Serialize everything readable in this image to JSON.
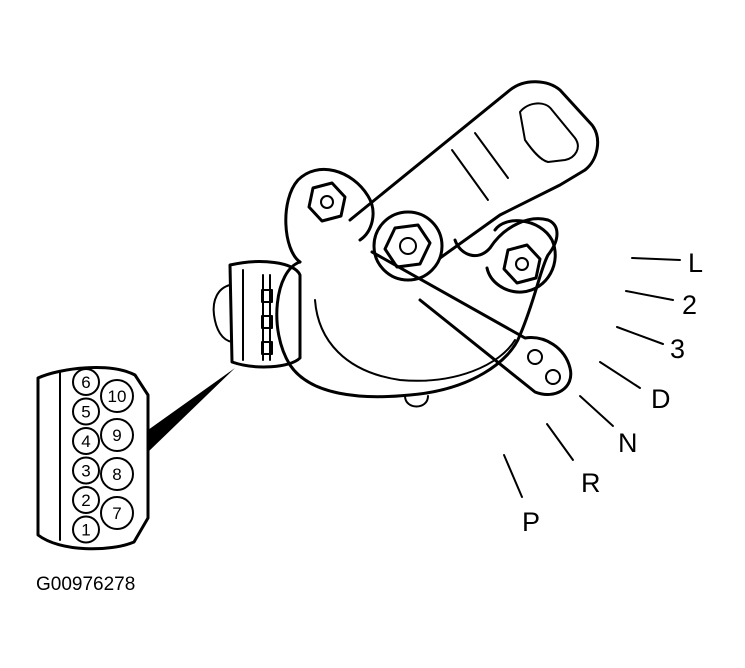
{
  "figure": {
    "code": "G00976278"
  },
  "positions": [
    {
      "label": "L"
    },
    {
      "label": "2"
    },
    {
      "label": "3"
    },
    {
      "label": "D"
    },
    {
      "label": "N"
    },
    {
      "label": "R"
    },
    {
      "label": "P"
    }
  ],
  "connector_pins": {
    "left_column": [
      "6",
      "5",
      "4",
      "3",
      "2",
      "1"
    ],
    "right_column": [
      "10",
      "9",
      "8",
      "7"
    ]
  }
}
